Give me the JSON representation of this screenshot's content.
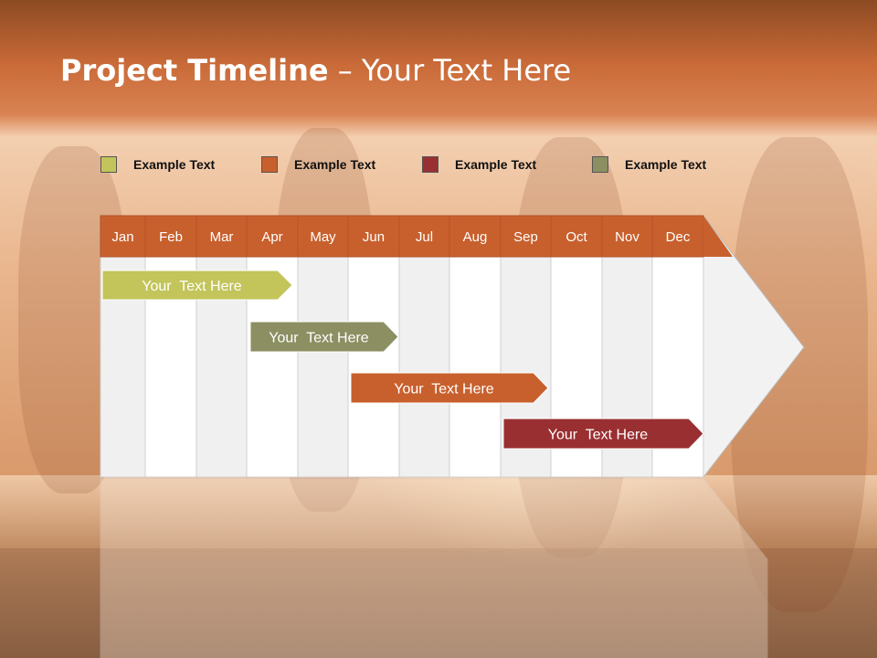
{
  "slide": {
    "title_bold": "Project Timeline",
    "title_rest": " – Your Text Here"
  },
  "legend": [
    {
      "label": "Example Text",
      "color": "#c3c45a"
    },
    {
      "label": "Example Text",
      "color": "#c8602d"
    },
    {
      "label": "Example Text",
      "color": "#9a2f32"
    },
    {
      "label": "Example Text",
      "color": "#8c8f62"
    }
  ],
  "timeline": {
    "months": [
      "Jan",
      "Feb",
      "Mar",
      "Apr",
      "May",
      "Jun",
      "Jul",
      "Aug",
      "Sep",
      "Oct",
      "Nov",
      "Dec"
    ],
    "header_color": "#c8602d",
    "bars": [
      {
        "label": "Your  Text Here",
        "start": "Jan",
        "end": "Apr",
        "color": "#c3c45a"
      },
      {
        "label": "Your  Text Here",
        "start": "Apr",
        "end": "Jun",
        "color": "#8c8f62"
      },
      {
        "label": "Your  Text Here",
        "start": "Jun",
        "end": "Sep",
        "color": "#c8602d"
      },
      {
        "label": "Your  Text Here",
        "start": "Sep",
        "end": "Dec",
        "color": "#9a2f32"
      }
    ]
  }
}
